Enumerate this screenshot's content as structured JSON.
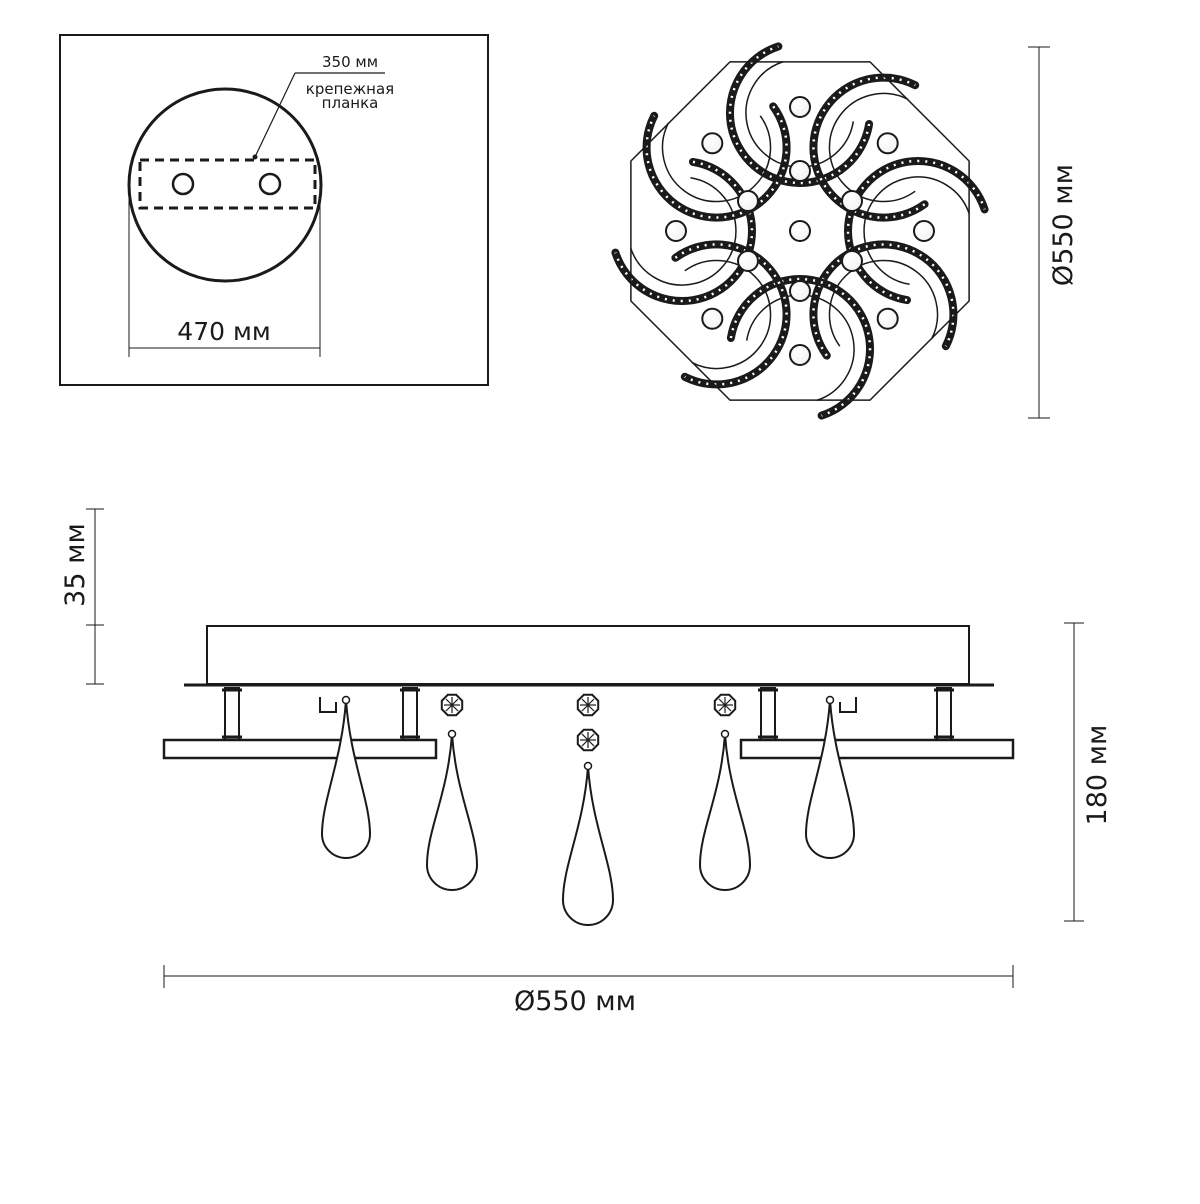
{
  "mount_plate": {
    "bar_width_label": "350 мм",
    "bar_name_line1": "крепежная",
    "bar_name_line2": "планка",
    "plate_width_label": "470 мм"
  },
  "top_view": {
    "diameter_label": "Ø550 мм"
  },
  "side_view": {
    "canopy_height_label": "35 мм",
    "total_height_label": "180 мм",
    "diameter_label": "Ø550 мм"
  },
  "colors": {
    "line": "#1a1a1a",
    "background": "#ffffff"
  }
}
